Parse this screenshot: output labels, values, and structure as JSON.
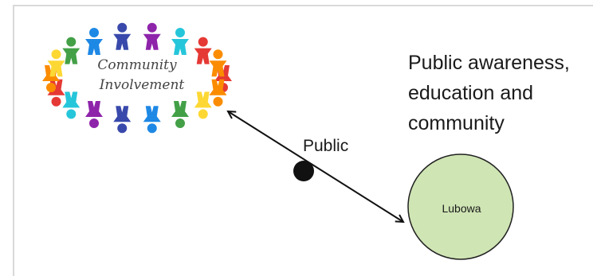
{
  "heading": "Public awareness, education and community",
  "edge_label": "Public",
  "node": {
    "label": "Lubowa",
    "fill": "#cfe5b4",
    "stroke": "#222222"
  },
  "logo": {
    "line1": "Community",
    "line2": "Involvement"
  },
  "colors": {
    "figures": [
      "#e53935",
      "#fb8c00",
      "#fdd835",
      "#43a047",
      "#1e88e5",
      "#3949ab",
      "#8e24aa",
      "#26c6da"
    ],
    "arrow": "#111111"
  }
}
